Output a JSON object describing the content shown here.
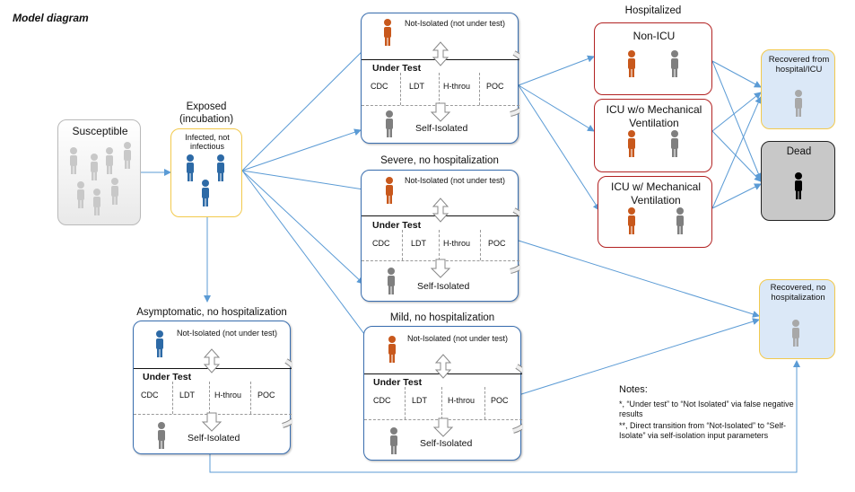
{
  "title": "Model diagram",
  "susceptible": "Susceptible",
  "exposed": {
    "label": "Exposed",
    "sublabel": "(incubation)",
    "inner": "Infected, not infectious"
  },
  "hospitalized": "Hospitalized",
  "icu": {
    "non_icu": "Non-ICU",
    "icu_wo": "ICU w/o Mechanical Ventilation",
    "icu_w": "ICU w/ Mechanical Ventilation"
  },
  "recovered_hosp": "Recovered from hospital/ICU",
  "dead": "Dead",
  "recovered_nohosp": "Recovered, no hospitalization",
  "groups": {
    "severe": "Severe, no hospitalization",
    "mild": "Mild, no hospitalization",
    "asym": "Asymptomatic, no hospitalization"
  },
  "test_box": {
    "not_isolated": "Not-Isolated (not under test)",
    "under_test": "Under Test",
    "cols": [
      "CDC",
      "LDT",
      "H-throu",
      "POC"
    ],
    "self_isolated": "Self-Isolated"
  },
  "notes": {
    "heading": "Notes:",
    "line1": "*, “Under test” to “Not Isolated” via false negative results",
    "line2": "**, Direct transition from “Not-Isolated” to “Self-Isolate” via self-isolation input parameters"
  },
  "colors": {
    "orange": "#c8581c",
    "blue": "#2d6aa6",
    "gray": "#7f7f7f",
    "lightgray": "#c8c8c8",
    "arrow": "#5b9bd5"
  }
}
